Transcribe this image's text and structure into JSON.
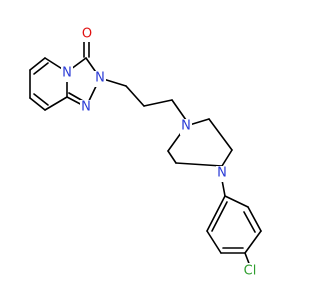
{
  "molecule": {
    "colors": {
      "bond": "#000000",
      "carbon": "#000000",
      "nitrogen": "#2a3bd6",
      "oxygen": "#e01010",
      "chlorine": "#2e9e2e"
    },
    "atoms": {
      "O": "O",
      "N1": "N",
      "N2": "N",
      "N3": "N",
      "N4": "N",
      "N5": "N",
      "Cl": "Cl"
    }
  }
}
